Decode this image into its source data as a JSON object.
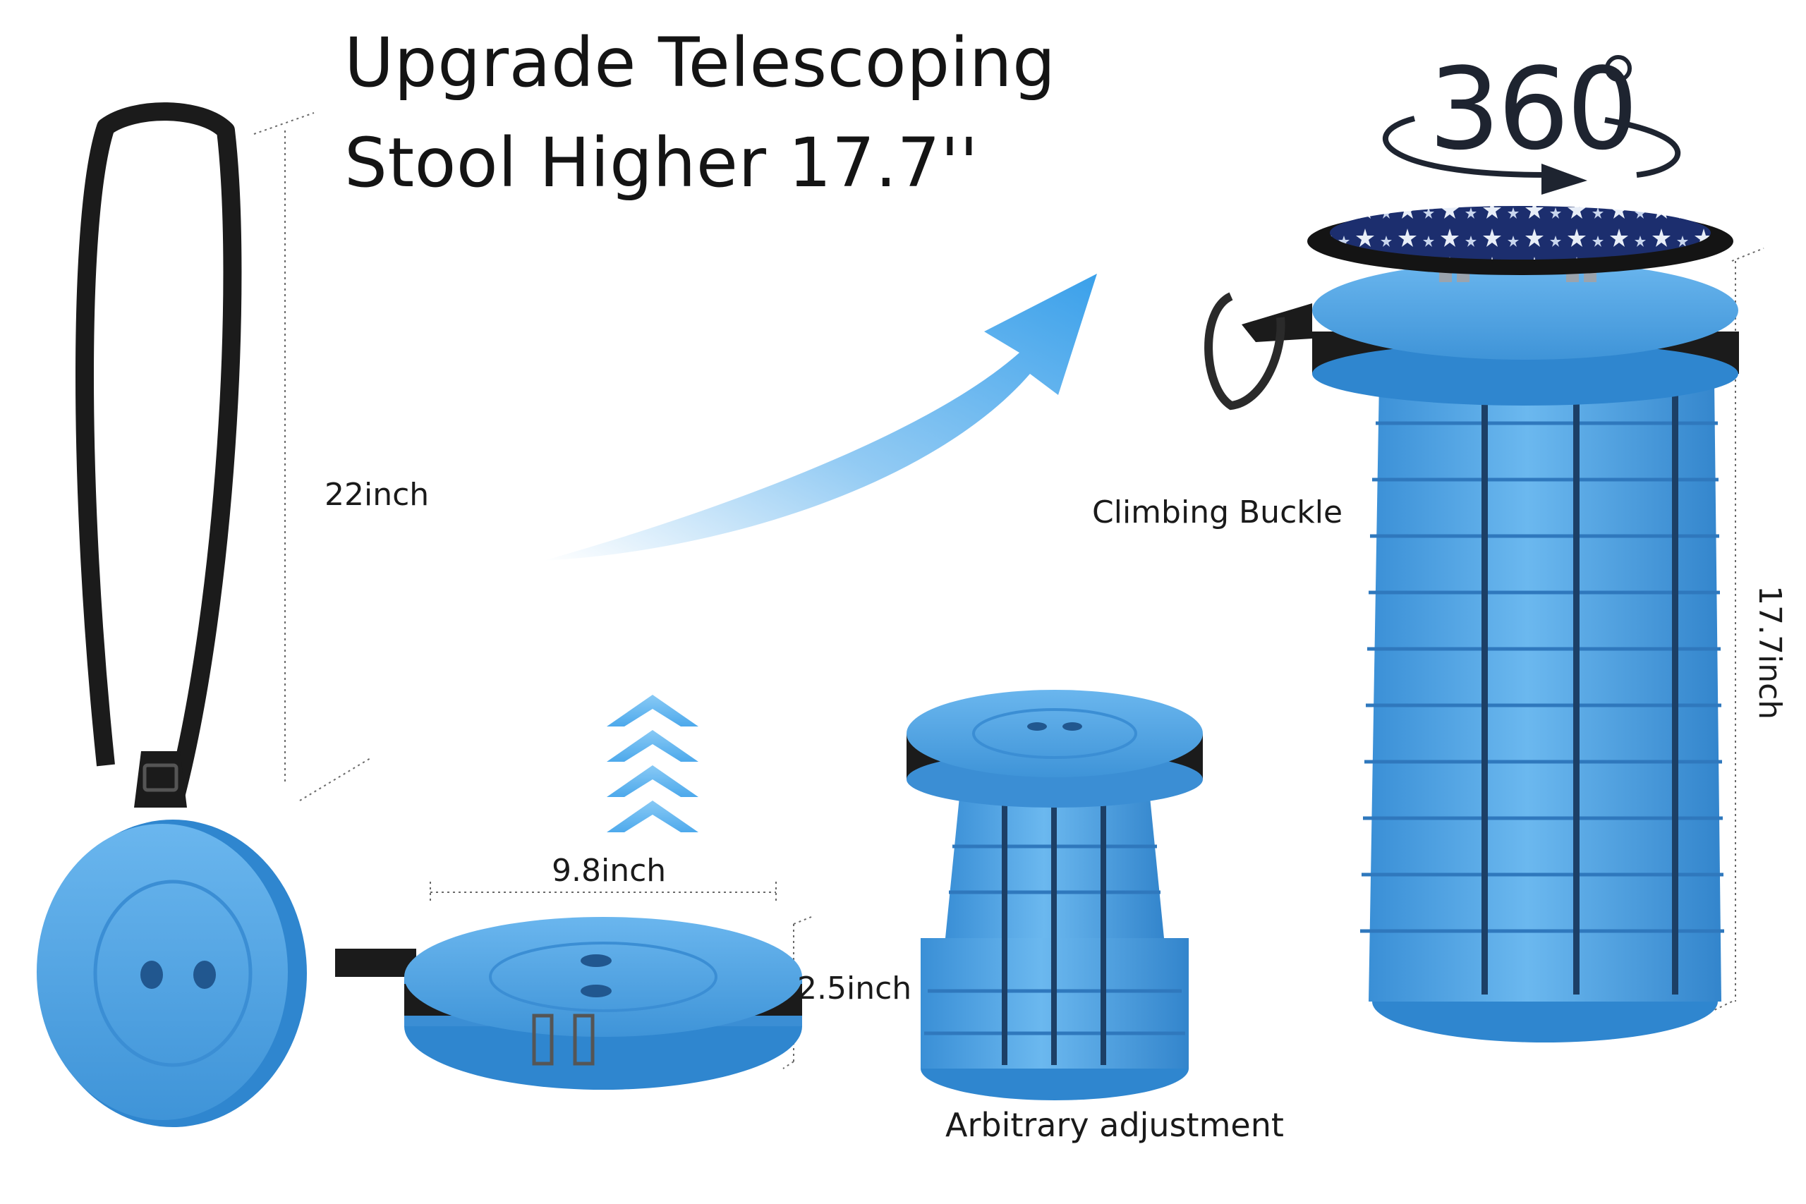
{
  "headline": {
    "line1": "Upgrade Telescoping",
    "line2": "Stool Higher 17.7''"
  },
  "rotation_badge": "360",
  "dimensions": {
    "total_height": "22inch",
    "diameter": "9.8inch",
    "folded_height": "2.5inch",
    "extended_height": "17.7inch"
  },
  "features": {
    "carabiner": "Climbing Buckle",
    "adjustment": "Arbitrary adjustment"
  },
  "colors": {
    "stool_blue": "#4da3e6",
    "stool_dark_blue": "#2f86cf",
    "strap_black": "#1b1b1b",
    "arrow_blue": "#3aa0ea",
    "cushion_navy": "#1c2e6e"
  }
}
